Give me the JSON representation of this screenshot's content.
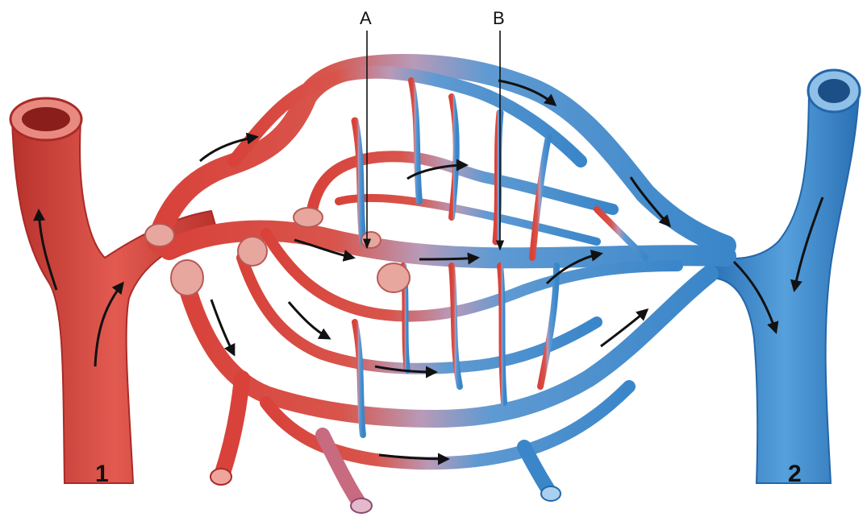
{
  "labels": {
    "a": "A",
    "b": "B",
    "one": "1",
    "two": "2"
  },
  "colors": {
    "artery": "#d8423a",
    "artery_dark": "#a92a27",
    "artery_light": "#ee8e84",
    "vein": "#3a86c9",
    "vein_dark": "#2466a8",
    "vein_light": "#8fc0e8",
    "mix": "#b89ab8",
    "ring": "#e7a79e",
    "arrow": "#111111"
  }
}
